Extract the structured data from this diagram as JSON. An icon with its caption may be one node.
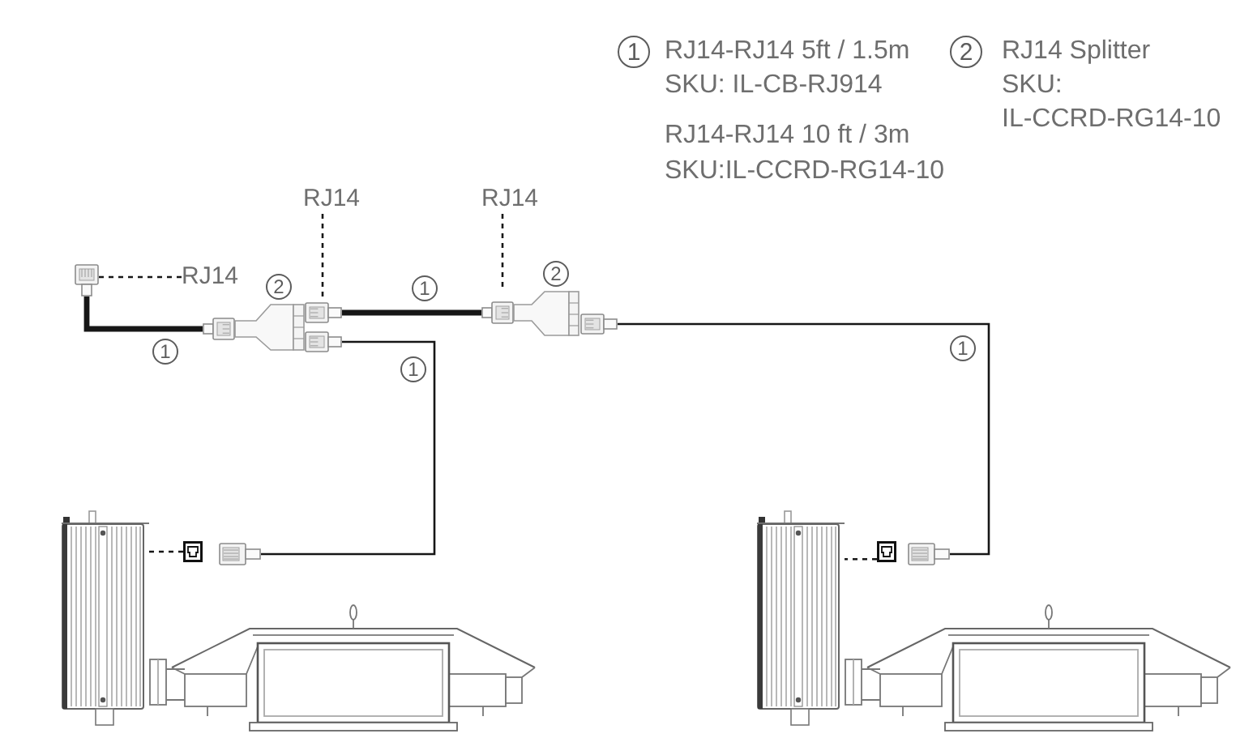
{
  "diagram": {
    "nodes": [
      {
        "text": [
          "RJ14"
        ]
      },
      {
        "text": [
          "RJ14"
        ]
      },
      {
        "text": [],
        "shape": "picture"
      },
      {
        "text": [
          "RJ14"
        ]
      },
      {
        "text": [],
        "shape": "picture",
        "beside": [
          "2"
        ]
      },
      {
        "text": [],
        "shape": "picture",
        "beside": [
          "2"
        ]
      },
      {
        "text": [],
        "shape": "picture"
      },
      {
        "text": [],
        "shape": "picture"
      },
      {
        "text": [],
        "shape": "picture"
      },
      {
        "text": [],
        "shape": "picture"
      },
      {
        "text": [],
        "shape": "picture"
      },
      {
        "text": [],
        "shape": "picture"
      }
    ],
    "edges": [
      {
        "from": 3,
        "to": 2,
        "arrow": "none",
        "style": "dashed"
      },
      {
        "from": 0,
        "to": 4,
        "arrow": "none",
        "style": "dashed"
      },
      {
        "from": 1,
        "to": 5,
        "arrow": "none",
        "style": "dashed"
      },
      {
        "from": 2,
        "to": 4,
        "arrow": "none",
        "label": "1",
        "style": "thick"
      },
      {
        "from": 4,
        "to": 5,
        "arrow": "none",
        "label": "1",
        "style": "thick"
      },
      {
        "from": 4,
        "to": 8,
        "arrow": "none",
        "label": "1"
      },
      {
        "from": 5,
        "to": 11,
        "arrow": "none",
        "label": "1"
      },
      {
        "from": 7,
        "to": 6,
        "arrow": "none",
        "style": "dashed"
      },
      {
        "from": 10,
        "to": 9,
        "arrow": "none",
        "style": "dashed"
      }
    ],
    "labels": [
      "1",
      "RJ14-RJ14 5ft / 1.5m",
      "SKU: IL-CB-RJ914",
      "RJ14-RJ14 10 ft / 3m",
      "SKU:IL-CCRD-RG14-10",
      "2",
      "RJ14 Splitter",
      "SKU: IL-CCRD-RG14-10"
    ]
  }
}
